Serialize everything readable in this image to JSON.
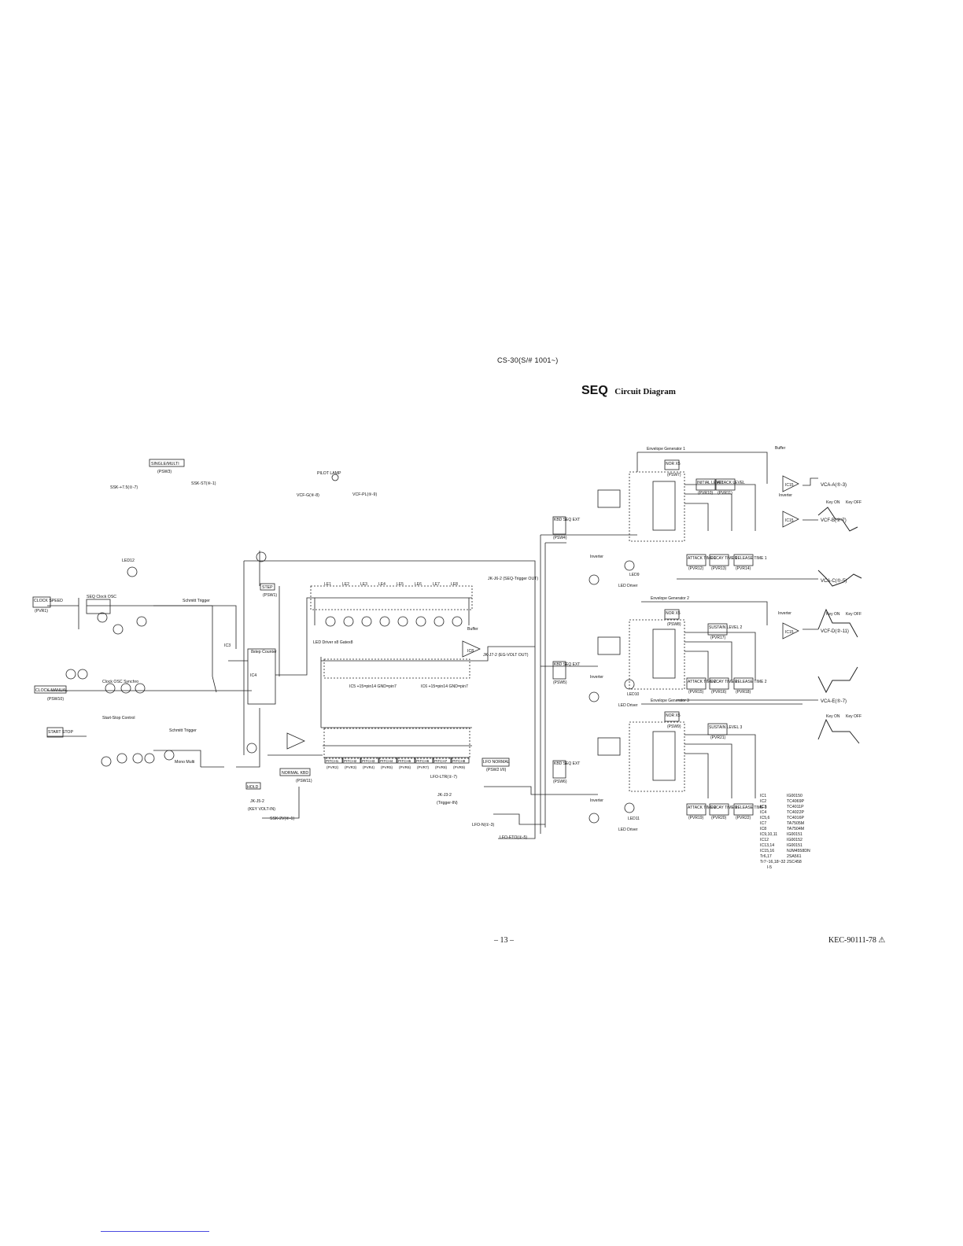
{
  "header": {
    "model": "CS-30(S/# 1001~)",
    "title_main": "SEQ",
    "title_sub": "Circuit Diagram"
  },
  "footer": {
    "page_number": "– 13 –",
    "doc_code": "KEC-90111-78 ⚠"
  },
  "labels": {
    "single_multi": "SINGLE/MULTI",
    "psw3": "(PSW3)",
    "ssk_in": "SSK-+7.5(②-7)",
    "ssk_st": "SSK-ST(⑥-1)",
    "pilot_lamp": "PILOT LAMP",
    "vcf_g": "VCF-G(⑨-8)",
    "vcf_pl": "VCF-PL(⑨-9)",
    "clock_speed": "CLOCK SPEED",
    "pvr1": "(PVR1)",
    "clock_manual": "CLOCK MANUAL",
    "psw10": "(PSW10)",
    "start_stop": "START STOP",
    "vco_title": "SEQ Clock OSC",
    "schmitt_1": "Schmitt Trigger",
    "schmitt_2": "Schmitt Trigger",
    "clock_sync": "Clock OSC Synchro",
    "start_stop_ctrl": "Start-Stop Control",
    "mono_multi": "Mono Multi",
    "step": "STEP",
    "psw1": "(PSW1)",
    "counter": "8step Counter",
    "ic4": "IC4",
    "ic3": "IC3",
    "led_drivers": [
      "LE1",
      "LE2",
      "LE3",
      "LE4",
      "LE5",
      "LE6",
      "LE7",
      "LE8"
    ],
    "led_driver_label": "LED Driver x8 Gatex8",
    "ic5_note": "IC5 +15=pin14 GND=pin7",
    "ic6_note": "IC6 +15=pin14 GND=pin7",
    "buffer": "Buffer",
    "ic8": "IC8",
    "jk_j7": "JK-J7-2 (EG-VOLT OUT)",
    "jk_j6": "JK-J6-2 (SEQ-Trigger OUT)",
    "pitch_knobs": [
      "PITCH1",
      "PITCH2",
      "PITCH3",
      "PITCH4",
      "PITCH5",
      "PITCH6",
      "PITCH7",
      "PITCH8"
    ],
    "pitch_pvr": [
      "(PVR2)",
      "(PVR3)",
      "(PVR4)",
      "(PVR5)",
      "(PVR6)",
      "(PVR7)",
      "(PVR8)",
      "(PVR9)"
    ],
    "hold": "HOLD",
    "normal_kbd": "NORMAL KBD",
    "psw11": "(PSW11)",
    "jk_j5": "JK-J5-2",
    "key_volt_in": "(KEY VOLT-IN)",
    "ssk_2v": "SSK-2V(⑥-1)",
    "lfo_normal": "LFO NORMAL",
    "psw2": "(PSW2 I/II)",
    "lfo_ltr": "LFO-LTR(②-7)",
    "jk_j3": "JK-J3-2",
    "trigger_in": "(Trigger-IN)",
    "lfo_n": "LFO-N(②-3)",
    "lfo_eto": "LFO-ETO(②-5)",
    "kbd_seq_ext": "KBD SEQ EXT",
    "psw4": "(PSW4)",
    "psw5": "(PSW5)",
    "psw6": "(PSW6)",
    "eg1": "Envelope Generator 1",
    "eg2": "Envelope Generator 2",
    "eg3": "Envelope Generator 3",
    "nor_x5": "NOR X5",
    "psw7": "(PSW7)",
    "psw8": "(PSW8)",
    "psw9": "(PSW9)",
    "initial_level": "INITIAL LEVEL",
    "pvr10": "(PVR10)",
    "attack_level": "ATTACK LEVEL",
    "pvr11": "(PVR11)",
    "attack_time1": "ATTACK TIME 1",
    "decay_time1": "DECAY TIME 1",
    "release_time1": "RELEASE TIME 1",
    "pvr12": "(PVR12)",
    "pvr13": "(PVR13)",
    "pvr14": "(PVR14)",
    "sustain_level2": "SUSTAIN LEVEL 2",
    "pvr17": "(PVR17)",
    "attack_time2": "ATTACK TIME 2",
    "decay_time2": "DECAY TIME 2",
    "release_time2": "RELEASE TIME 2",
    "pvr15": "(PVR15)",
    "pvr16": "(PVR16)",
    "pvr18": "(PVR18)",
    "sustain_level3": "SUSTAIN LEVEL 3",
    "pvr21": "(PVR21)",
    "attack_time3": "ATTACK TIME 3",
    "decay_time3": "DECAY TIME 3",
    "release_time3": "RELEASE TIME 3",
    "pvr19": "(PVR19)",
    "pvr20": "(PVR20)",
    "pvr22": "(PVR22)",
    "buffer_eg": "Buffer",
    "inverter": "Inverter",
    "ic15": "IC15",
    "vca_a": "VCA-A(⑤-3)",
    "vcf_b": "VCF-B(②-7)",
    "vca_c": "VCA-C(⑤-5)",
    "vcf_d": "VCF-D(②-11)",
    "vca_e": "VCA-E(⑤-7)",
    "led9": "LED9",
    "led10": "LED10",
    "led11": "LED11",
    "led12": "LED12",
    "led_driver": "LED Driver",
    "key_on": "Key ON",
    "key_off": "Key OFF"
  },
  "ic_table": [
    {
      "ic": "IC1",
      "part": "IG00150"
    },
    {
      "ic": "IC2",
      "part": "TC4069P"
    },
    {
      "ic": "IC3",
      "part": "TC4011P"
    },
    {
      "ic": "IC4",
      "part": "TC4022P"
    },
    {
      "ic": "IC5,6",
      "part": "TC4016P"
    },
    {
      "ic": "IC7",
      "part": "TA7505M"
    },
    {
      "ic": "IC8",
      "part": "TA7504M"
    },
    {
      "ic": "IC9,10,11",
      "part": "IG00151"
    },
    {
      "ic": "IC12",
      "part": "IG00152"
    },
    {
      "ic": "IC13,14",
      "part": "IG00151"
    },
    {
      "ic": "IC15,16",
      "part": "NJM4558DN"
    },
    {
      "ic": "Tr6,17",
      "part": "2SA561"
    },
    {
      "ic": "Tr7~16,18~32",
      "part": "2SC458"
    },
    {
      "ic": "",
      "part": "I-5"
    }
  ]
}
